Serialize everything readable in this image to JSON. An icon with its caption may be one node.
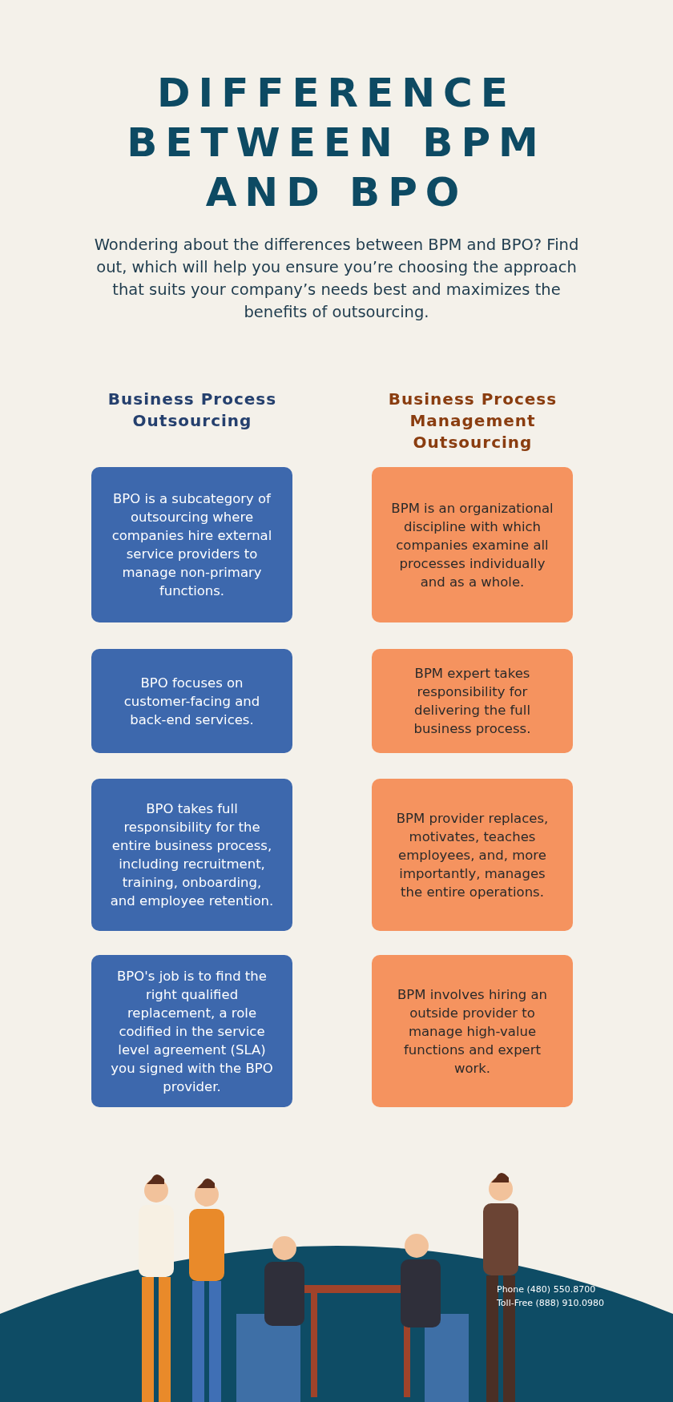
{
  "diagram": {
    "title": "DIFFERENCE BETWEEN BPM AND BPO",
    "nodes": [
      {
        "text": [
          "BPO is a subcategory of outsourcing where companies hire external service providers to manage non-primary functions."
        ]
      },
      {
        "text": [
          "BPM is an organizational discipline with which companies examine all processes individually and as a whole."
        ]
      },
      {
        "text": [
          "BPO focuses on customer-facing and back-end services."
        ]
      },
      {
        "text": [
          "BPM expert takes responsibility for delivering the full business process."
        ]
      },
      {
        "text": [
          "BPO takes full responsibility for the entire business process, including recruitment, training, onboarding, and employee retention."
        ]
      },
      {
        "text": [
          "BPM provider replaces, motivates, teaches employees, and, more importantly, manages the entire operations."
        ]
      },
      {
        "text": [
          "BPO's job is to find the right qualified replacement, a role codified in the service level agreement (SLA) you signed with the BPO provider."
        ]
      },
      {
        "text": [
          "BPM involves hiring an outside provider to manage high-value functions and expert work."
        ]
      }
    ],
    "labels": [
      "Wondering about the differences between BPM and BPO? Find out, which will help you ensure you’re choosing the approach that suits your company’s needs best and maximizes the benefits of outsourcing.",
      "Business Process Outsourcing",
      "Business Process Management Outsourcing",
      "Phone (480) 550.8700",
      "Toll-Free (888) 910.0980"
    ]
  }
}
